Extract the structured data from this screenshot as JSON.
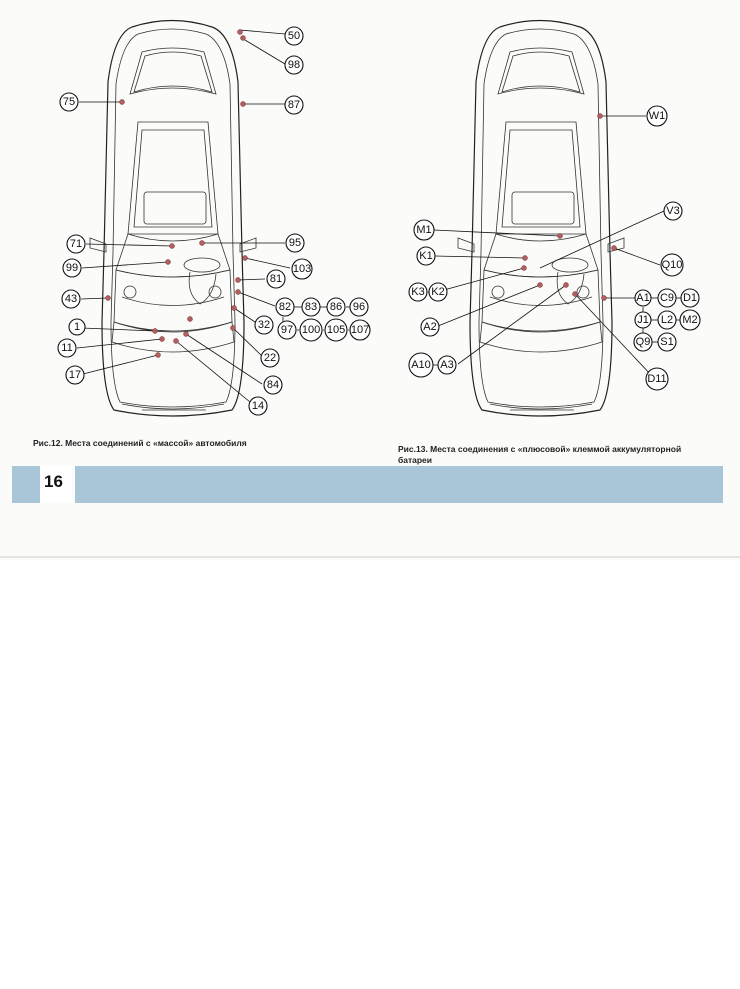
{
  "figures": [
    {
      "id": "fig12",
      "caption": "Рис.12. Места соединений с «массой» автомобиля",
      "callouts": [
        "50",
        "98",
        "75",
        "87",
        "71",
        "95",
        "99",
        "103",
        "81",
        "43",
        "82",
        "83",
        "86",
        "96",
        "32",
        "1",
        "97",
        "100",
        "105",
        "107",
        "11",
        "22",
        "17",
        "84",
        "14"
      ]
    },
    {
      "id": "fig13",
      "caption": "Рис.13. Места соединения с «плюсовой» клеммой аккумуляторной батареи",
      "callouts": [
        "W1",
        "V3",
        "M1",
        "K1",
        "Q10",
        "K3",
        "K2",
        "A1",
        "C9",
        "D1",
        "J1",
        "L2",
        "M2",
        "A2",
        "Q9",
        "S1",
        "A10",
        "A3",
        "D11"
      ]
    }
  ],
  "page_number": "16",
  "colors": {
    "band": "#a9c6d9",
    "dot": "#b06060"
  }
}
